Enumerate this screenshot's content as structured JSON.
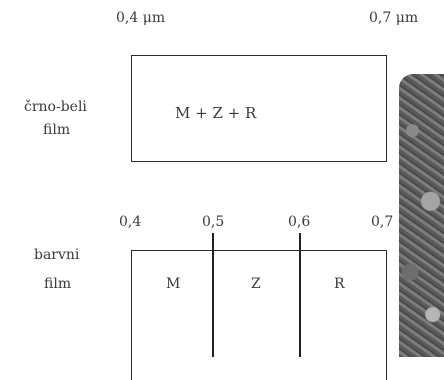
{
  "bw": {
    "scale_start": "0,4 μm",
    "scale_end": "0,7 μm",
    "label_line1": "črno-beli",
    "label_line2": "film",
    "content": "M + Z + R"
  },
  "color": {
    "ticks": [
      "0,4",
      "0,5",
      "0,6",
      "0,7"
    ],
    "label_line1": "barvni",
    "label_line2": "film",
    "bands": [
      "M",
      "Z",
      "R"
    ]
  }
}
